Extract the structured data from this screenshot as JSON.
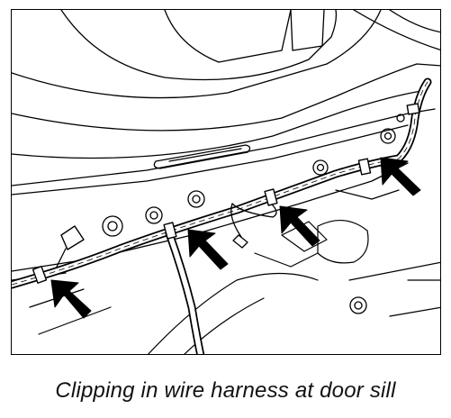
{
  "figure": {
    "caption": "Clipping in wire harness at door sill",
    "callouts": [
      {
        "icon": "arrow-icon",
        "points_to": "clip"
      },
      {
        "icon": "arrow-icon",
        "points_to": "clip"
      },
      {
        "icon": "arrow-icon",
        "points_to": "clip"
      },
      {
        "icon": "arrow-icon",
        "points_to": "clip"
      }
    ],
    "colors": {
      "line": "#000000",
      "arrow": "#000000",
      "background": "#ffffff"
    }
  }
}
